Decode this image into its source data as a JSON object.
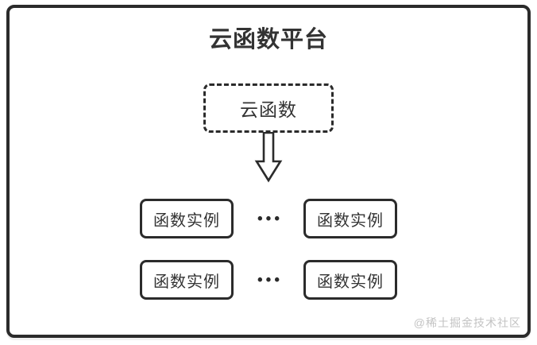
{
  "diagram": {
    "title": "云函数平台",
    "cloud_function_box": {
      "label": "云函数"
    },
    "rows": [
      {
        "left_label": "函数实例",
        "ellipsis": "•••",
        "right_label": "函数实例"
      },
      {
        "left_label": "函数实例",
        "ellipsis": "•••",
        "right_label": "函数实例"
      }
    ],
    "watermark": "@稀土掘金技术社区",
    "colors": {
      "border": "#2b2b2b",
      "text": "#333333",
      "watermark": "#c3c3c3",
      "background": "#ffffff"
    }
  }
}
